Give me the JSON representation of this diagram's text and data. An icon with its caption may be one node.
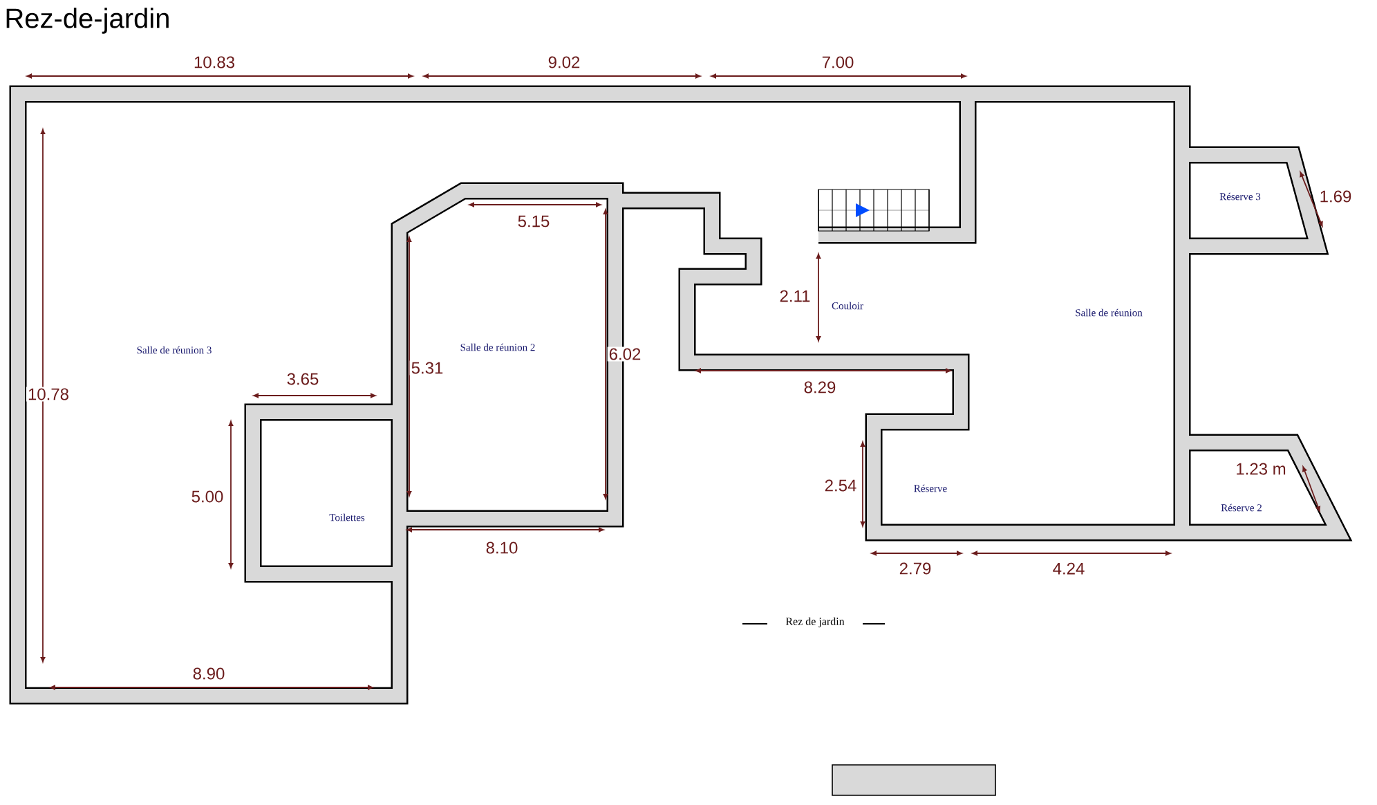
{
  "diagram": {
    "title": "Rez-de-jardin",
    "caption": "Rez de jardin",
    "nodes": [
      {
        "text": [],
        "shape": "bar"
      }
    ],
    "labels": [
      "10.83",
      "9.02",
      "7.00",
      "Réserve 3",
      "1.69",
      "5.15",
      "2.11",
      "Couloir",
      "Salle de réunion 3",
      "Salle de réunion 2",
      "Salle de réunion",
      "6.02",
      "10.78",
      "3.65",
      "5.31",
      "8.29",
      "2.54",
      "Réserve",
      "1.23 m",
      "Réserve 2",
      "5.00",
      "Toilettes",
      "8.10",
      "2.79",
      "4.24",
      "8.90"
    ]
  }
}
